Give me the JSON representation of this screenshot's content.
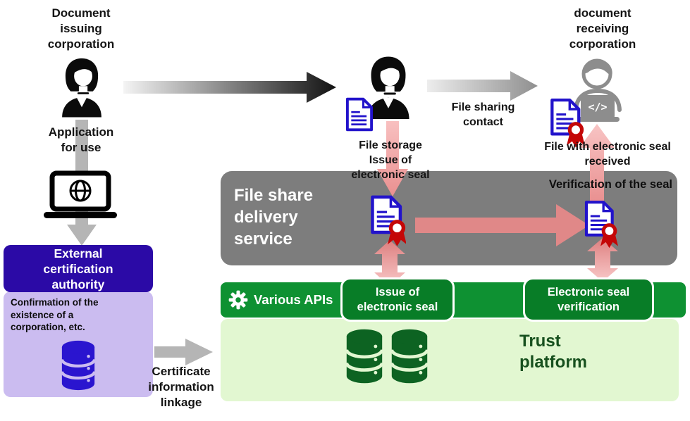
{
  "diagram": {
    "issuer": {
      "title": "Document\nissuing\ncorporation",
      "application": "Application\nfor use"
    },
    "authority": {
      "title": "External\ncertification\nauthority",
      "note": "Confirmation of the\nexistence of a\ncorporation, etc.",
      "linkage": "Certificate\ninformation\nlinkage"
    },
    "sender": {
      "file_storage": "File storage\nIssue of\nelectronic seal",
      "file_sharing": "File sharing\ncontact"
    },
    "receiver": {
      "title": "document\nreceiving\ncorporation",
      "received": "File with electronic seal\nreceived",
      "laptop_code": "</>"
    },
    "delivery": {
      "title": "File share\ndelivery\nservice",
      "verification": "Verification of the seal"
    },
    "platform": {
      "apis_label": "Various APIs",
      "issue_box": "Issue of\nelectronic seal",
      "verify_box": "Electronic seal\nverification",
      "title": "Trust\nplatform"
    }
  },
  "colors": {
    "authority_box": "#2b0aa6",
    "authority_panel": "#cbbcf0",
    "delivery_box": "#7d7d7d",
    "api_bar_green": "#0e9132",
    "api_box_green": "#087d27",
    "platform_panel": "#e2f7d1",
    "platform_text": "#17501e",
    "document_blue": "#2213cb",
    "seal_red": "#c40707",
    "arrow_pink": "#ee9a9a",
    "arrow_gray": "#b5b5b5"
  }
}
